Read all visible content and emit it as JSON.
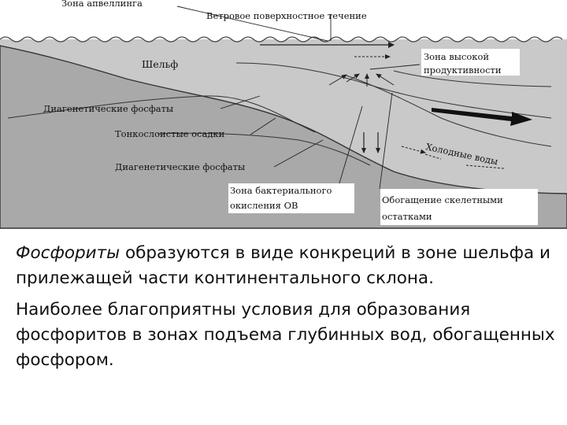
{
  "diagram": {
    "labels": {
      "upwelling_zone": "Зона апвеллинга",
      "wind_current": "Ветровое поверхностное течение",
      "high_productivity": "Зона высокой продуктивности",
      "shelf": "Шельф",
      "diagenetic_phosphates_1": "Диагенетические фосфаты",
      "thin_layered_sediments": "Тонкослоистые осадки",
      "diagenetic_phosphates_2": "Диагенетические фосфаты",
      "cold_waters": "Холодные воды",
      "bacterial_oxidation": "Зона бактериального окисления ОВ",
      "skeletal_enrichment": "Обогащение скелетными остатками"
    },
    "colors": {
      "sea": "#c9c9c9",
      "seabed": "#a9a9a9",
      "lines": "#222222"
    }
  },
  "caption": {
    "p1_term": "Фосфориты",
    "p1_rest": " образуются в виде конкреций в зоне шельфа и прилежащей части континентального склона.",
    "p2": "Наиболее благоприятны условия для образования фосфоритов в зонах подъема глубинных вод, обогащенных фосфором."
  }
}
